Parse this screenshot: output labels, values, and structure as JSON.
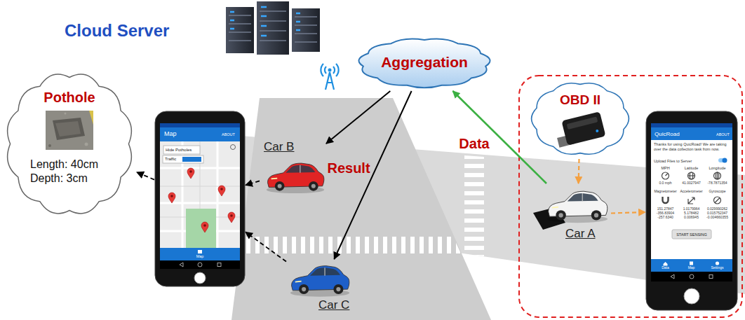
{
  "diagram": {
    "nodes": [
      {
        "text": [
          "Aggregation"
        ]
      },
      {
        "text": [
          "Pothole",
          "Length: 40cm",
          "Depth: 3cm"
        ]
      },
      {
        "text": [
          "Map",
          "ABOUT",
          "Hide Potholes",
          "Traffic",
          "Map"
        ]
      },
      {
        "text": [
          "Car B"
        ]
      },
      {
        "text": [
          "Car C"
        ]
      },
      {
        "text": [
          "OBD II"
        ]
      },
      {
        "text": [
          "Car A"
        ]
      },
      {
        "text": [
          "QuicRoad",
          "ABOUT",
          "Thanks for using QuicRoad! We are taking over the data collection task from now.",
          "Upload Files to Server",
          "MPH",
          "Latitude",
          "Longitude",
          "0.0 mph",
          "41.0027947",
          "-78.7871354",
          "Magnetometer",
          "Accelerometer",
          "Gyroscope",
          "151.27847 -356.83904 -257.6340",
          "1.0179964 5.178482 0.006945",
          "0.029990262 0.015752347 -0.004660355",
          "START SENSING",
          "Data",
          "Map",
          "Settings"
        ]
      }
    ],
    "edges": [
      {
        "from": 6,
        "to": 0,
        "arrow": "to",
        "label": "Data"
      },
      {
        "from": 0,
        "to": 3,
        "arrow": "to",
        "label": "Result"
      },
      {
        "from": 0,
        "to": 4,
        "arrow": "to"
      },
      {
        "from": 3,
        "to": 2,
        "arrow": "to"
      },
      {
        "from": 4,
        "to": 2,
        "arrow": "to"
      },
      {
        "from": 2,
        "to": 1,
        "arrow": "to"
      },
      {
        "from": 5,
        "to": 6,
        "arrow": "to"
      },
      {
        "from": 6,
        "to": 7,
        "arrow": "to"
      }
    ],
    "labels": [
      "Cloud Server"
    ]
  }
}
